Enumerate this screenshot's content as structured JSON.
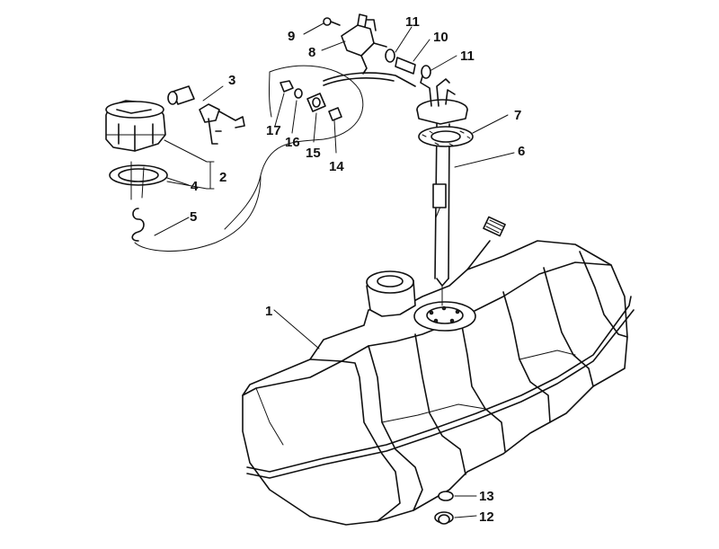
{
  "part_labels": [
    {
      "id": "1",
      "text": "1"
    },
    {
      "id": "2",
      "text": "2"
    },
    {
      "id": "3",
      "text": "3"
    },
    {
      "id": "4",
      "text": "4"
    },
    {
      "id": "5",
      "text": "5"
    },
    {
      "id": "6",
      "text": "6"
    },
    {
      "id": "7",
      "text": "7"
    },
    {
      "id": "8",
      "text": "8"
    },
    {
      "id": "9",
      "text": "9"
    },
    {
      "id": "10",
      "text": "10"
    },
    {
      "id": "11a",
      "text": "11"
    },
    {
      "id": "11b",
      "text": "11"
    },
    {
      "id": "12",
      "text": "12"
    },
    {
      "id": "13",
      "text": "13"
    },
    {
      "id": "14",
      "text": "14"
    },
    {
      "id": "15",
      "text": "15"
    },
    {
      "id": "16",
      "text": "16"
    },
    {
      "id": "17",
      "text": "17"
    }
  ]
}
